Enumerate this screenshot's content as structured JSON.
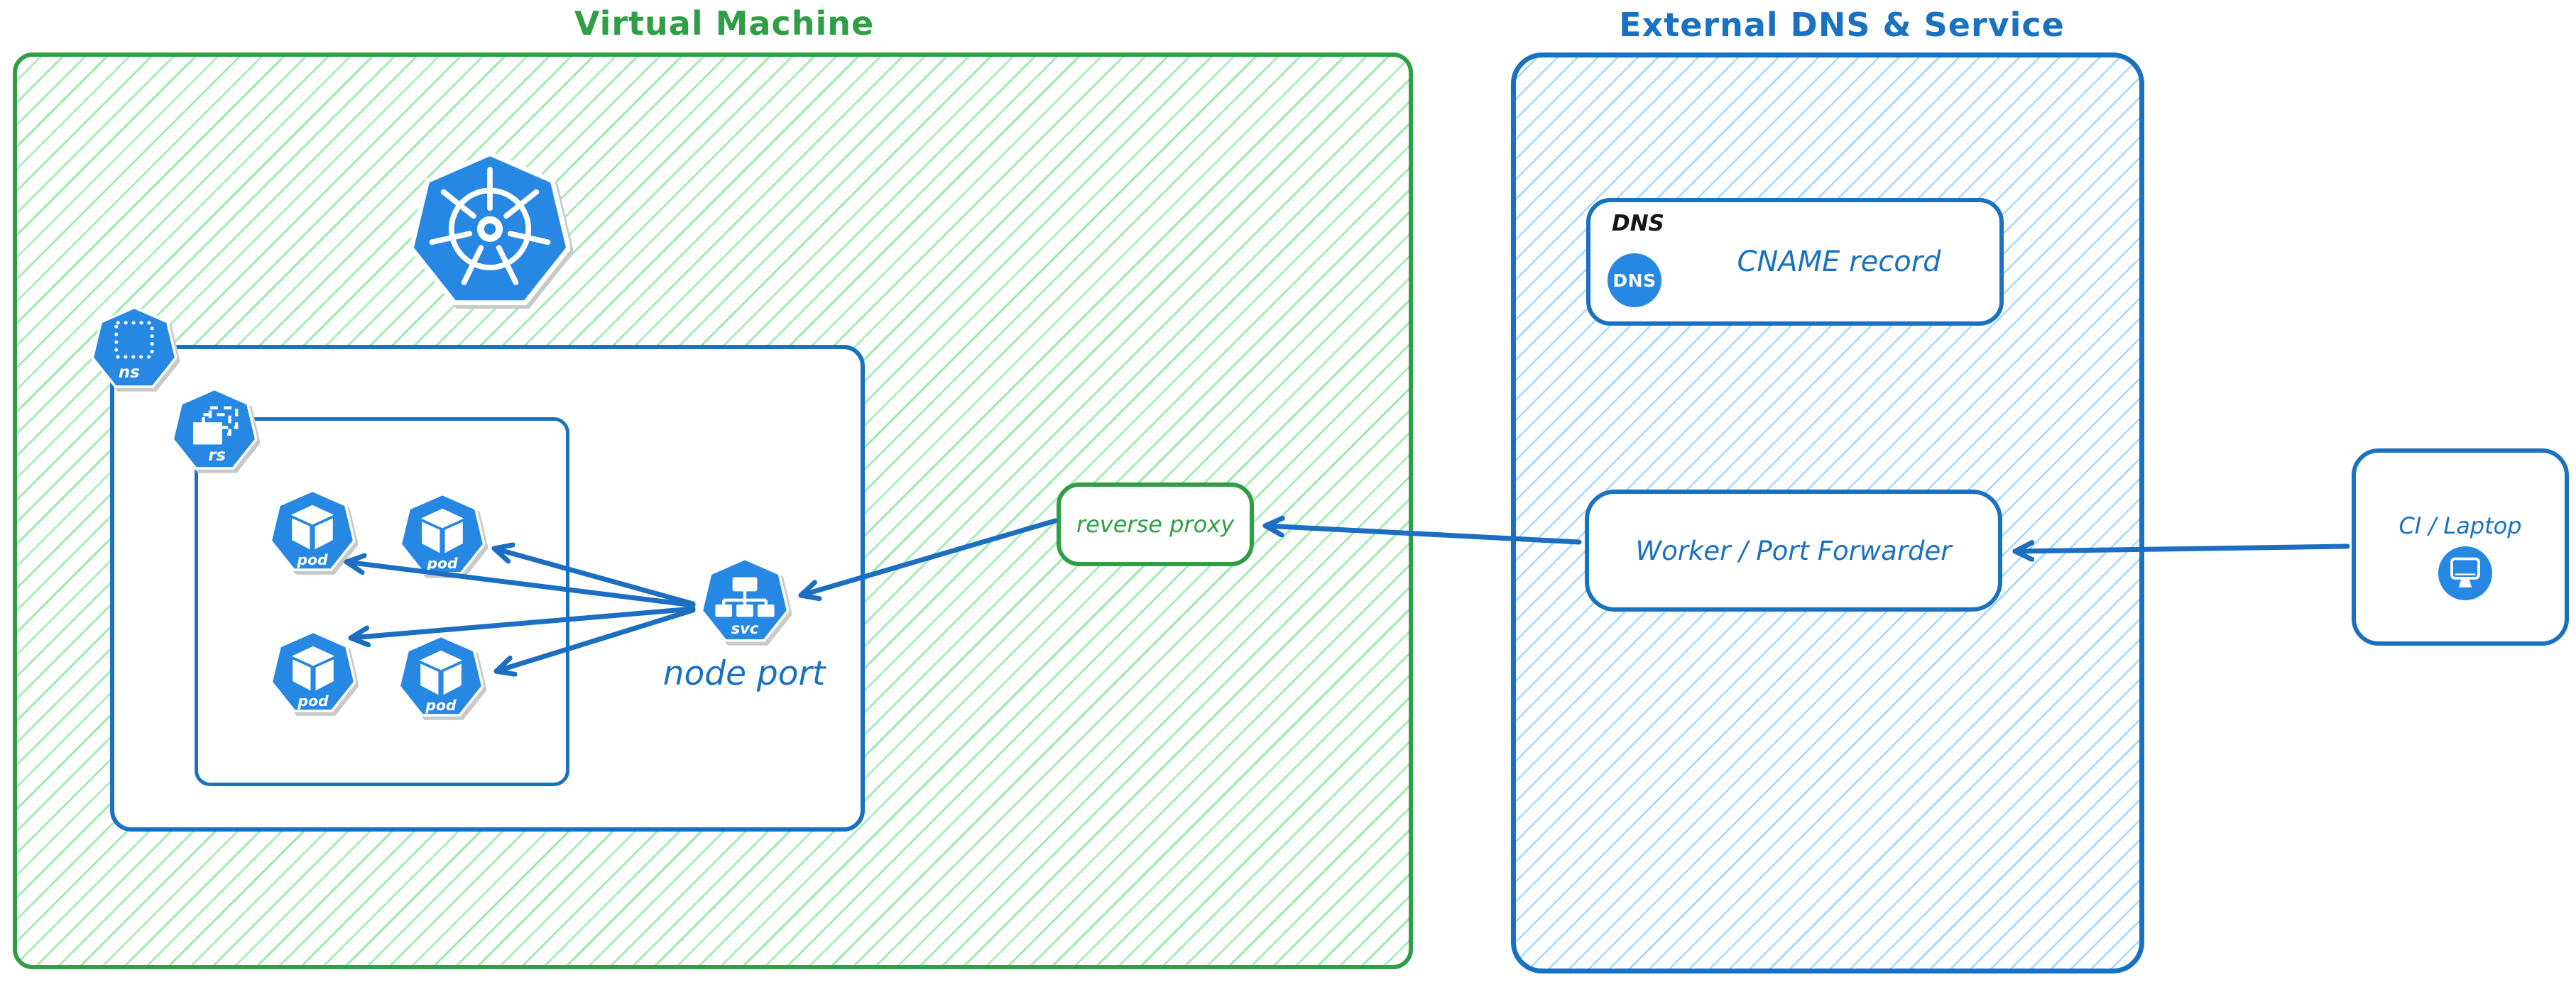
{
  "vm": {
    "title": "Virtual Machine",
    "accent_color": "#2f9e44",
    "hatch_color": "#a9eeb8",
    "node_port_label": "node port",
    "reverse_proxy_label": "reverse proxy",
    "namespace_label": "ns",
    "replicaset_label": "rs",
    "pod_label": "pod",
    "service_label": "svc"
  },
  "external": {
    "title": "External DNS & Service",
    "accent_color": "#1971c2",
    "hatch_color": "#a5d8ff",
    "dns_header": "DNS",
    "dns_badge": "DNS",
    "cname_label": "CNAME record",
    "worker_label": "Worker / Port Forwarder"
  },
  "client": {
    "label": "CI / Laptop"
  },
  "colors": {
    "icon_blue": "#2788e3",
    "arrow_blue": "#1b6ec2",
    "green": "#2f9e44",
    "blue": "#1971c2"
  }
}
